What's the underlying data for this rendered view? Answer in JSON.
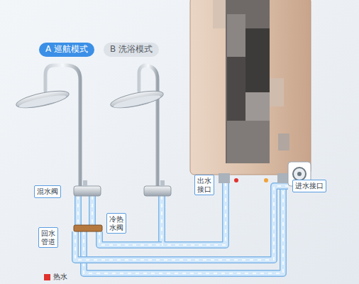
{
  "diagram": {
    "nodes": [
      {
        "text": [
          "A 巡航模式"
        ]
      },
      {
        "text": [
          "B 洗浴模式"
        ]
      },
      {
        "text": [
          "混水阀"
        ]
      },
      {
        "text": [
          "出水接口"
        ]
      },
      {
        "text": [
          "进水接口"
        ]
      },
      {
        "text": [
          "冷热水阀"
        ]
      },
      {
        "text": [
          "回水管道"
        ]
      }
    ],
    "legend": [
      {
        "text": "热水",
        "color": "#e0322d"
      }
    ]
  }
}
